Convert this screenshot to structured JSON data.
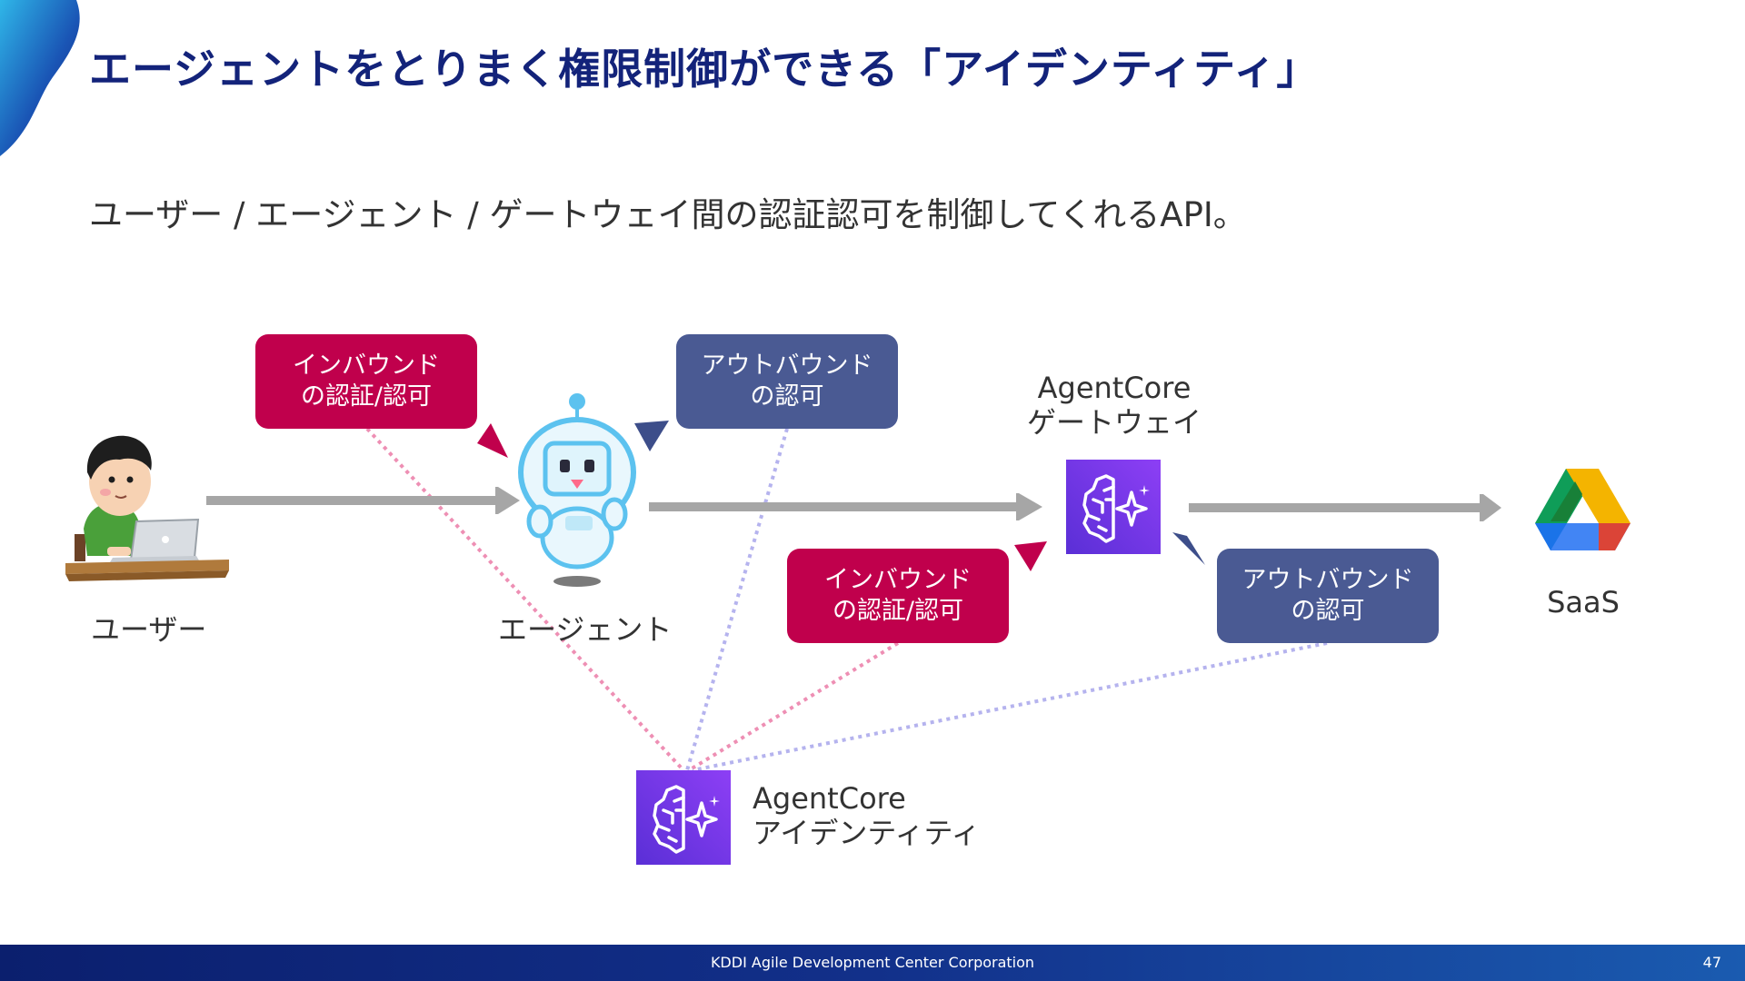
{
  "slide": {
    "title": "エージェントをとりまく権限制御ができる「アイデンティティ」",
    "subtitle": "ユーザー / エージェント / ゲートウェイ間の認証認可を制御してくれるAPI。"
  },
  "nodes": {
    "user": {
      "label": "ユーザー",
      "icon": "user-laptop-icon"
    },
    "agent": {
      "label": "エージェント",
      "icon": "robot-icon"
    },
    "gateway": {
      "label_line1": "AgentCore",
      "label_line2": "ゲートウェイ",
      "icon": "agentcore-brain-icon"
    },
    "saas": {
      "label": "SaaS",
      "icon": "google-drive-icon"
    },
    "identity": {
      "label_line1": "AgentCore",
      "label_line2": "アイデンティティ",
      "icon": "agentcore-brain-icon"
    }
  },
  "boxes": {
    "agent_inbound": {
      "line1": "インバウンド",
      "line2": "の認証/認可"
    },
    "agent_outbound": {
      "line1": "アウトバウンド",
      "line2": "の認可"
    },
    "gateway_inbound": {
      "line1": "インバウンド",
      "line2": "の認証/認可"
    },
    "gateway_outbound": {
      "line1": "アウトバウンド",
      "line2": "の認可"
    }
  },
  "colors": {
    "title": "#13237a",
    "inbound": "#c0004c",
    "outbound": "#4a5a93",
    "arrow": "#a6a6a6",
    "inbound_dotted": "#ee8fb4",
    "outbound_dotted": "#b5b3ee",
    "agentcore_icon": "#7b3cf0"
  },
  "footer": {
    "company": "KDDI Agile Development Center Corporation",
    "page": "47"
  }
}
